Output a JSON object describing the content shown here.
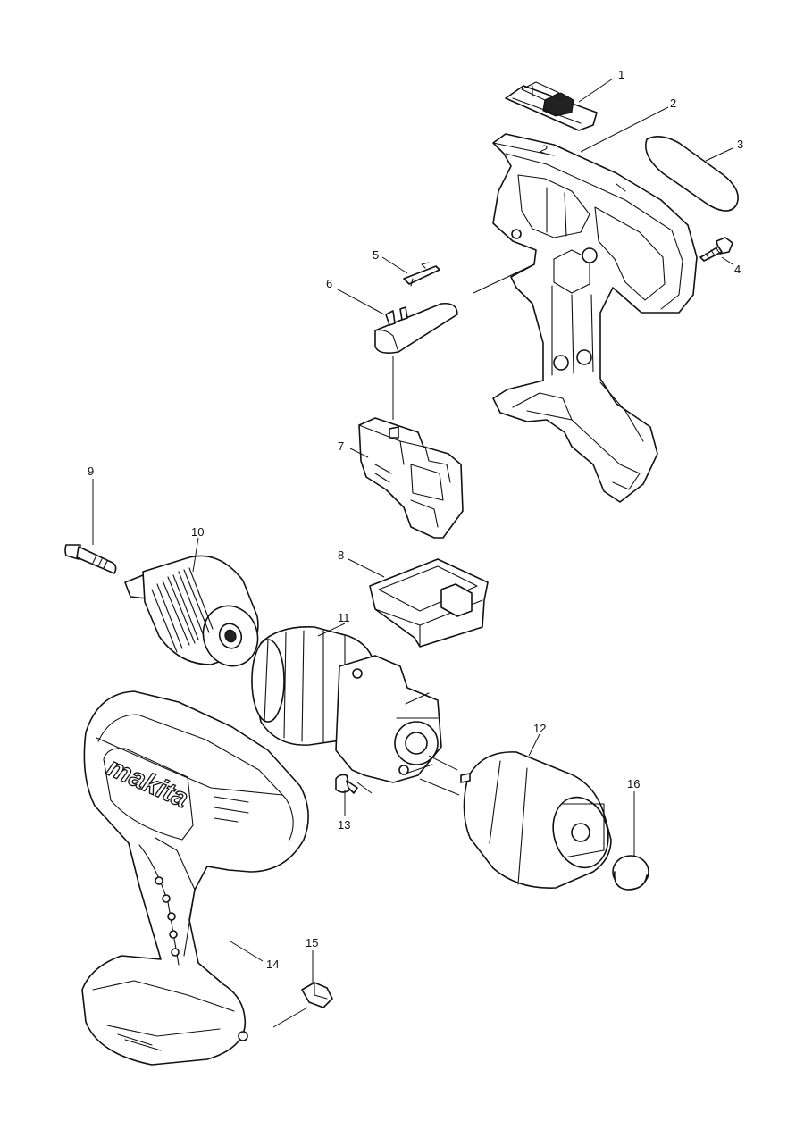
{
  "parts": [
    {
      "id": "part-1",
      "number": "1"
    },
    {
      "id": "part-2",
      "number": "2"
    },
    {
      "id": "part-3",
      "number": "3"
    },
    {
      "id": "part-4",
      "number": "4"
    },
    {
      "id": "part-5",
      "number": "5"
    },
    {
      "id": "part-6",
      "number": "6"
    },
    {
      "id": "part-7",
      "number": "7"
    },
    {
      "id": "part-8",
      "number": "8"
    },
    {
      "id": "part-9",
      "number": "9"
    },
    {
      "id": "part-10",
      "number": "10"
    },
    {
      "id": "part-11",
      "number": "11"
    },
    {
      "id": "part-12",
      "number": "12"
    },
    {
      "id": "part-13",
      "number": "13"
    },
    {
      "id": "part-14",
      "number": "14"
    },
    {
      "id": "part-15",
      "number": "15"
    },
    {
      "id": "part-16",
      "number": "16"
    }
  ],
  "housing_mark": "2",
  "logo": "makita"
}
